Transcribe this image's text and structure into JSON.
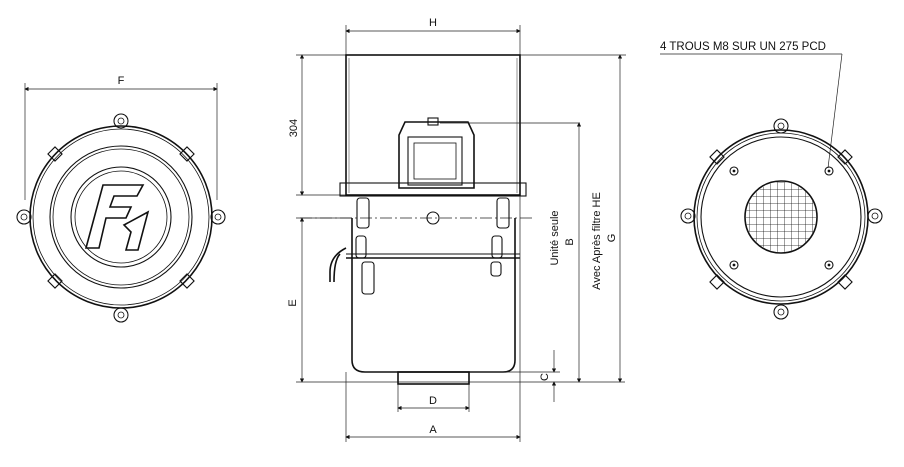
{
  "dimensions": {
    "F": "F",
    "H": "H",
    "h304": "304",
    "E": "E",
    "D": "D",
    "A": "A",
    "C": "C",
    "B": "B",
    "G": "G"
  },
  "labels": {
    "unite_seule": "Unité seule",
    "avec_filtre": "Avec Après filtre HE",
    "holes_note": "4 TROUS M8 SUR UN 275 PCD"
  },
  "colors": {
    "line": "#111111",
    "background": "#ffffff"
  }
}
